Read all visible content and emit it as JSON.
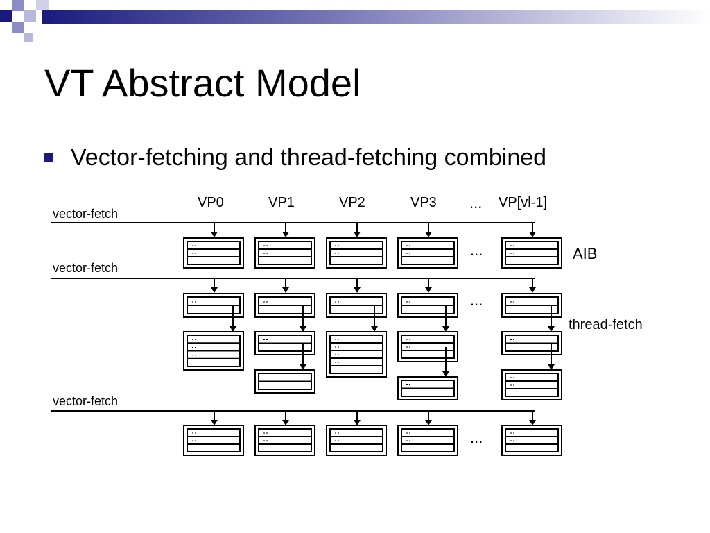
{
  "slide": {
    "title": "VT Abstract Model",
    "bullet": "Vector-fetching and thread-fetching combined"
  },
  "diagram": {
    "vp_labels": [
      "VP0",
      "VP1",
      "VP2",
      "VP3",
      "VP[vl-1]"
    ],
    "vector_fetch_label": "vector-fetch",
    "aib_label": "AIB",
    "thread_fetch_label": "thread-fetch",
    "ellipsis": "..."
  },
  "colors": {
    "header_accent": "#1a1a7e",
    "bullet": "#1a1a7e",
    "line": "#000000"
  }
}
